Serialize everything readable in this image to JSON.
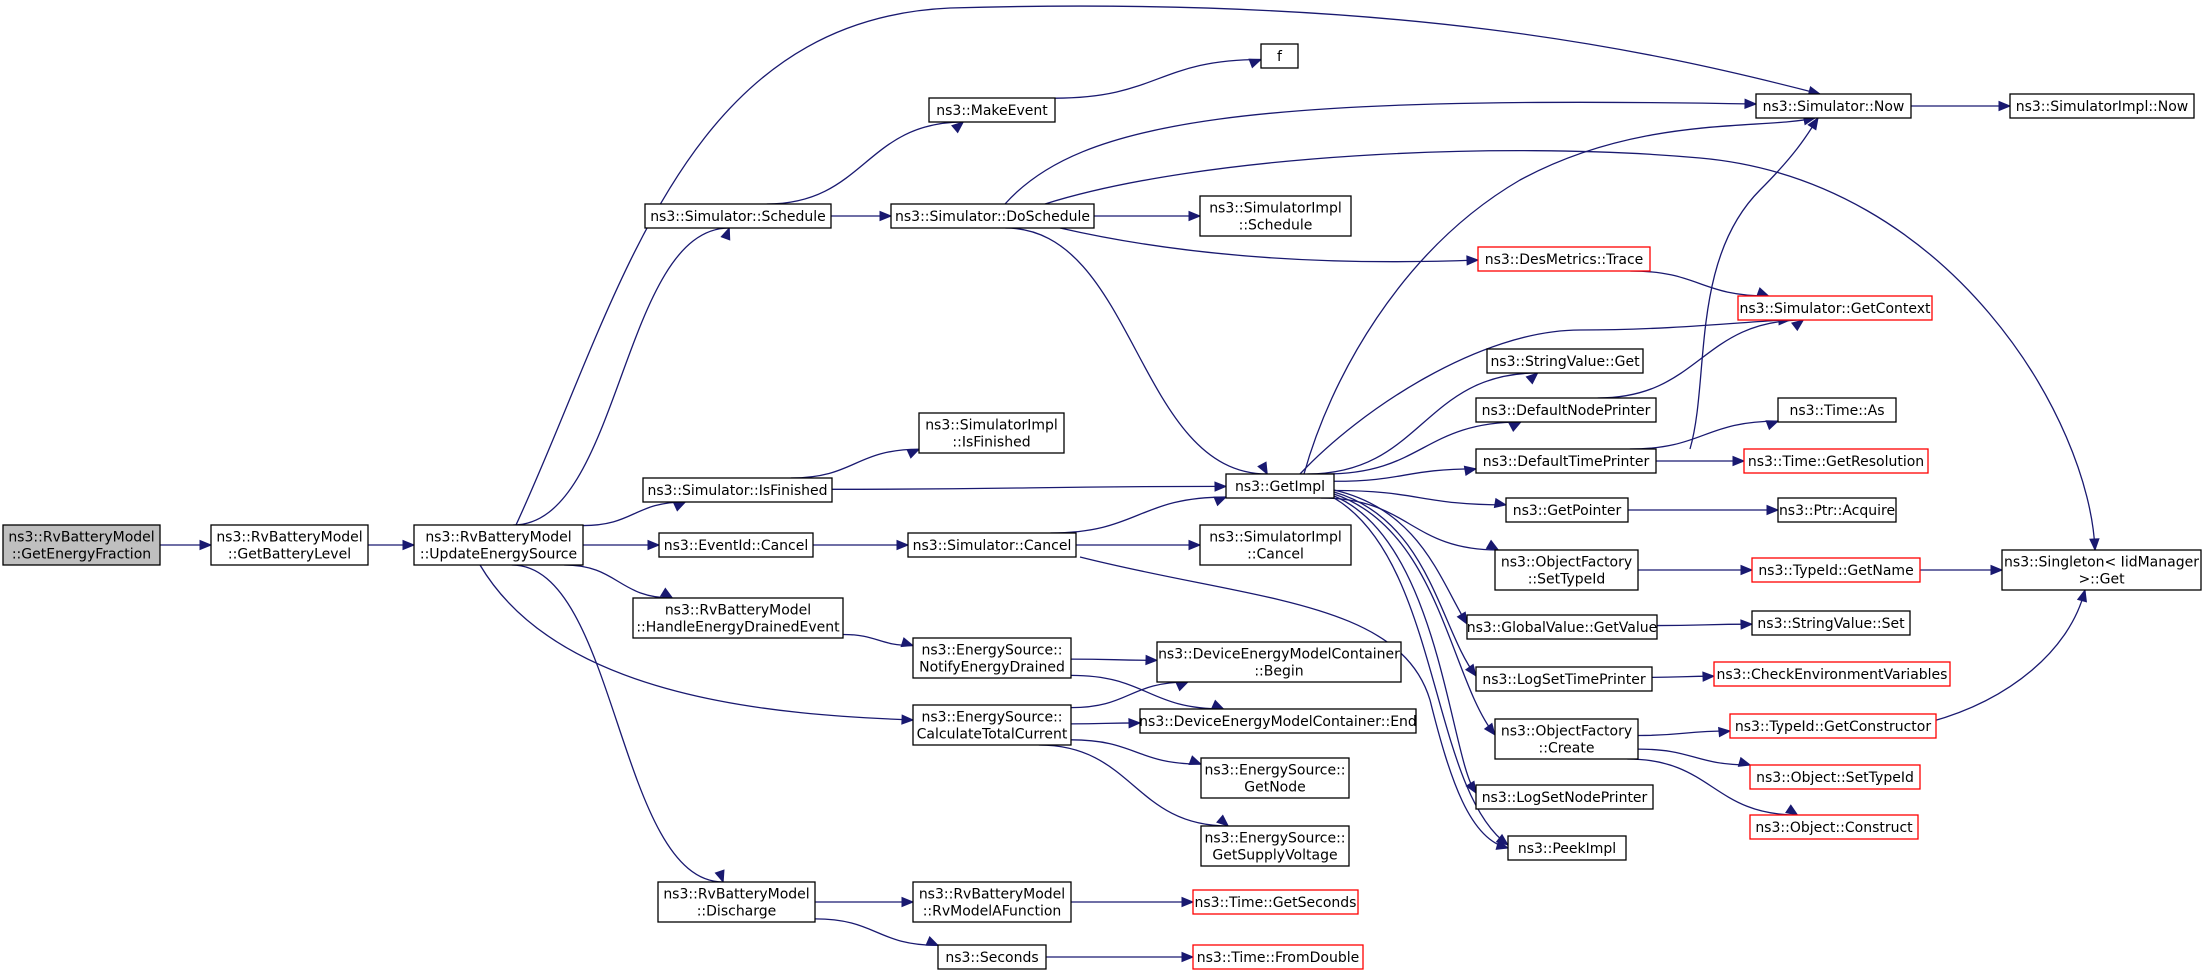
{
  "nodes": [
    {
      "id": "getEnergyFraction",
      "lines": [
        "ns3::RvBatteryModel",
        "::GetEnergyFraction"
      ],
      "style": "current"
    },
    {
      "id": "getBatteryLevel",
      "lines": [
        "ns3::RvBatteryModel",
        "::GetBatteryLevel"
      ],
      "style": "normal"
    },
    {
      "id": "updateEnergySource",
      "lines": [
        "ns3::RvBatteryModel",
        "::UpdateEnergySource"
      ],
      "style": "normal"
    },
    {
      "id": "simSchedule",
      "lines": [
        "ns3::Simulator::Schedule"
      ],
      "style": "normal"
    },
    {
      "id": "makeEvent",
      "lines": [
        "ns3::MakeEvent"
      ],
      "style": "normal"
    },
    {
      "id": "f",
      "lines": [
        "f"
      ],
      "style": "normal"
    },
    {
      "id": "simDoSchedule",
      "lines": [
        "ns3::Simulator::DoSchedule"
      ],
      "style": "normal"
    },
    {
      "id": "simNow",
      "lines": [
        "ns3::Simulator::Now"
      ],
      "style": "normal"
    },
    {
      "id": "simImplNow",
      "lines": [
        "ns3::SimulatorImpl::Now"
      ],
      "style": "normal"
    },
    {
      "id": "simImplSchedule",
      "lines": [
        "ns3::SimulatorImpl",
        "::Schedule"
      ],
      "style": "normal"
    },
    {
      "id": "desMetricsTrace",
      "lines": [
        "ns3::DesMetrics::Trace"
      ],
      "style": "truncated"
    },
    {
      "id": "simGetContext",
      "lines": [
        "ns3::Simulator::GetContext"
      ],
      "style": "truncated"
    },
    {
      "id": "stringValueGet",
      "lines": [
        "ns3::StringValue::Get"
      ],
      "style": "normal"
    },
    {
      "id": "defaultNodePrinter",
      "lines": [
        "ns3::DefaultNodePrinter"
      ],
      "style": "normal"
    },
    {
      "id": "timeAs",
      "lines": [
        "ns3::Time::As"
      ],
      "style": "normal"
    },
    {
      "id": "simImplIsFinished",
      "lines": [
        "ns3::SimulatorImpl",
        "::IsFinished"
      ],
      "style": "normal"
    },
    {
      "id": "simIsFinished",
      "lines": [
        "ns3::Simulator::IsFinished"
      ],
      "style": "normal"
    },
    {
      "id": "getImpl",
      "lines": [
        "ns3::GetImpl"
      ],
      "style": "normal"
    },
    {
      "id": "defaultTimePrinter",
      "lines": [
        "ns3::DefaultTimePrinter"
      ],
      "style": "normal"
    },
    {
      "id": "timeGetResolution",
      "lines": [
        "ns3::Time::GetResolution"
      ],
      "style": "truncated"
    },
    {
      "id": "getPointer",
      "lines": [
        "ns3::GetPointer"
      ],
      "style": "normal"
    },
    {
      "id": "ptrAcquire",
      "lines": [
        "ns3::Ptr::Acquire"
      ],
      "style": "normal"
    },
    {
      "id": "eventIdCancel",
      "lines": [
        "ns3::EventId::Cancel"
      ],
      "style": "normal"
    },
    {
      "id": "simCancel",
      "lines": [
        "ns3::Simulator::Cancel"
      ],
      "style": "normal"
    },
    {
      "id": "simImplCancel",
      "lines": [
        "ns3::SimulatorImpl",
        "::Cancel"
      ],
      "style": "normal"
    },
    {
      "id": "objFactorySetTypeId",
      "lines": [
        "ns3::ObjectFactory",
        "::SetTypeId"
      ],
      "style": "normal"
    },
    {
      "id": "typeIdGetName",
      "lines": [
        "ns3::TypeId::GetName"
      ],
      "style": "truncated"
    },
    {
      "id": "singletonGet",
      "lines": [
        "ns3::Singleton< IidManager",
        ">::Get"
      ],
      "style": "normal"
    },
    {
      "id": "handleEnergyDrained",
      "lines": [
        "ns3::RvBatteryModel",
        "::HandleEnergyDrainedEvent"
      ],
      "style": "normal"
    },
    {
      "id": "notifyEnergyDrained",
      "lines": [
        "ns3::EnergySource::",
        "NotifyEnergyDrained"
      ],
      "style": "normal"
    },
    {
      "id": "globalValueGetValue",
      "lines": [
        "ns3::GlobalValue::GetValue"
      ],
      "style": "normal"
    },
    {
      "id": "stringValueSet",
      "lines": [
        "ns3::StringValue::Set"
      ],
      "style": "normal"
    },
    {
      "id": "demcBegin",
      "lines": [
        "ns3::DeviceEnergyModelContainer",
        "::Begin"
      ],
      "style": "normal"
    },
    {
      "id": "logSetTimePrinter",
      "lines": [
        "ns3::LogSetTimePrinter"
      ],
      "style": "normal"
    },
    {
      "id": "checkEnvVars",
      "lines": [
        "ns3::CheckEnvironmentVariables"
      ],
      "style": "truncated"
    },
    {
      "id": "calcTotalCurrent",
      "lines": [
        "ns3::EnergySource::",
        "CalculateTotalCurrent"
      ],
      "style": "normal"
    },
    {
      "id": "demcEnd",
      "lines": [
        "ns3::DeviceEnergyModelContainer::End"
      ],
      "style": "normal"
    },
    {
      "id": "objFactoryCreate",
      "lines": [
        "ns3::ObjectFactory",
        "::Create"
      ],
      "style": "normal"
    },
    {
      "id": "typeIdGetConstructor",
      "lines": [
        "ns3::TypeId::GetConstructor"
      ],
      "style": "truncated"
    },
    {
      "id": "esGetNode",
      "lines": [
        "ns3::EnergySource::",
        "GetNode"
      ],
      "style": "normal"
    },
    {
      "id": "objectSetTypeId",
      "lines": [
        "ns3::Object::SetTypeId"
      ],
      "style": "truncated"
    },
    {
      "id": "logSetNodePrinter",
      "lines": [
        "ns3::LogSetNodePrinter"
      ],
      "style": "normal"
    },
    {
      "id": "objectConstruct",
      "lines": [
        "ns3::Object::Construct"
      ],
      "style": "truncated"
    },
    {
      "id": "esGetSupplyVoltage",
      "lines": [
        "ns3::EnergySource::",
        "GetSupplyVoltage"
      ],
      "style": "normal"
    },
    {
      "id": "peekImpl",
      "lines": [
        "ns3::PeekImpl"
      ],
      "style": "normal"
    },
    {
      "id": "discharge",
      "lines": [
        "ns3::RvBatteryModel",
        "::Discharge"
      ],
      "style": "normal"
    },
    {
      "id": "rvModelAFunction",
      "lines": [
        "ns3::RvBatteryModel",
        "::RvModelAFunction"
      ],
      "style": "normal"
    },
    {
      "id": "timeGetSeconds",
      "lines": [
        "ns3::Time::GetSeconds"
      ],
      "style": "truncated"
    },
    {
      "id": "seconds",
      "lines": [
        "ns3::Seconds"
      ],
      "style": "normal"
    },
    {
      "id": "timeFromDouble",
      "lines": [
        "ns3::Time::FromDouble"
      ],
      "style": "truncated"
    }
  ],
  "edges": [
    [
      "getEnergyFraction",
      "getBatteryLevel"
    ],
    [
      "getBatteryLevel",
      "updateEnergySource"
    ],
    [
      "updateEnergySource",
      "simNow"
    ],
    [
      "updateEnergySource",
      "simSchedule"
    ],
    [
      "updateEnergySource",
      "simIsFinished"
    ],
    [
      "updateEnergySource",
      "eventIdCancel"
    ],
    [
      "updateEnergySource",
      "handleEnergyDrained"
    ],
    [
      "updateEnergySource",
      "calcTotalCurrent"
    ],
    [
      "updateEnergySource",
      "discharge"
    ],
    [
      "simSchedule",
      "makeEvent"
    ],
    [
      "simSchedule",
      "simDoSchedule"
    ],
    [
      "makeEvent",
      "f"
    ],
    [
      "simDoSchedule",
      "simNow"
    ],
    [
      "simDoSchedule",
      "singletonGet"
    ],
    [
      "simDoSchedule",
      "simImplSchedule"
    ],
    [
      "simDoSchedule",
      "desMetricsTrace"
    ],
    [
      "simDoSchedule",
      "getImpl"
    ],
    [
      "simNow",
      "simImplNow"
    ],
    [
      "desMetricsTrace",
      "simGetContext"
    ],
    [
      "simIsFinished",
      "simImplIsFinished"
    ],
    [
      "simIsFinished",
      "getImpl"
    ],
    [
      "getImpl",
      "simNow"
    ],
    [
      "getImpl",
      "simGetContext"
    ],
    [
      "getImpl",
      "stringValueGet"
    ],
    [
      "getImpl",
      "defaultNodePrinter"
    ],
    [
      "getImpl",
      "defaultTimePrinter"
    ],
    [
      "getImpl",
      "getPointer"
    ],
    [
      "getImpl",
      "objFactorySetTypeId"
    ],
    [
      "getImpl",
      "globalValueGetValue"
    ],
    [
      "getImpl",
      "logSetTimePrinter"
    ],
    [
      "getImpl",
      "objFactoryCreate"
    ],
    [
      "getImpl",
      "logSetNodePrinter"
    ],
    [
      "getImpl",
      "peekImpl"
    ],
    [
      "defaultNodePrinter",
      "simGetContext"
    ],
    [
      "defaultTimePrinter",
      "simNow"
    ],
    [
      "defaultTimePrinter",
      "timeAs"
    ],
    [
      "defaultTimePrinter",
      "timeGetResolution"
    ],
    [
      "getPointer",
      "ptrAcquire"
    ],
    [
      "objFactorySetTypeId",
      "typeIdGetName"
    ],
    [
      "typeIdGetName",
      "singletonGet"
    ],
    [
      "globalValueGetValue",
      "stringValueSet"
    ],
    [
      "logSetTimePrinter",
      "checkEnvVars"
    ],
    [
      "objFactoryCreate",
      "typeIdGetConstructor"
    ],
    [
      "objFactoryCreate",
      "objectSetTypeId"
    ],
    [
      "objFactoryCreate",
      "objectConstruct"
    ],
    [
      "typeIdGetConstructor",
      "singletonGet"
    ],
    [
      "eventIdCancel",
      "simCancel"
    ],
    [
      "simCancel",
      "getImpl"
    ],
    [
      "simCancel",
      "simImplCancel"
    ],
    [
      "simCancel",
      "peekImpl"
    ],
    [
      "handleEnergyDrained",
      "notifyEnergyDrained"
    ],
    [
      "notifyEnergyDrained",
      "demcBegin"
    ],
    [
      "notifyEnergyDrained",
      "demcEnd"
    ],
    [
      "calcTotalCurrent",
      "demcBegin"
    ],
    [
      "calcTotalCurrent",
      "demcEnd"
    ],
    [
      "calcTotalCurrent",
      "esGetNode"
    ],
    [
      "calcTotalCurrent",
      "esGetSupplyVoltage"
    ],
    [
      "discharge",
      "rvModelAFunction"
    ],
    [
      "discharge",
      "seconds"
    ],
    [
      "rvModelAFunction",
      "timeGetSeconds"
    ],
    [
      "seconds",
      "timeFromDouble"
    ]
  ],
  "colors": {
    "edge": "#191970",
    "current_fill": "#bfbfbf",
    "normal_border": "#000000",
    "truncated_border": "#ff0000"
  }
}
